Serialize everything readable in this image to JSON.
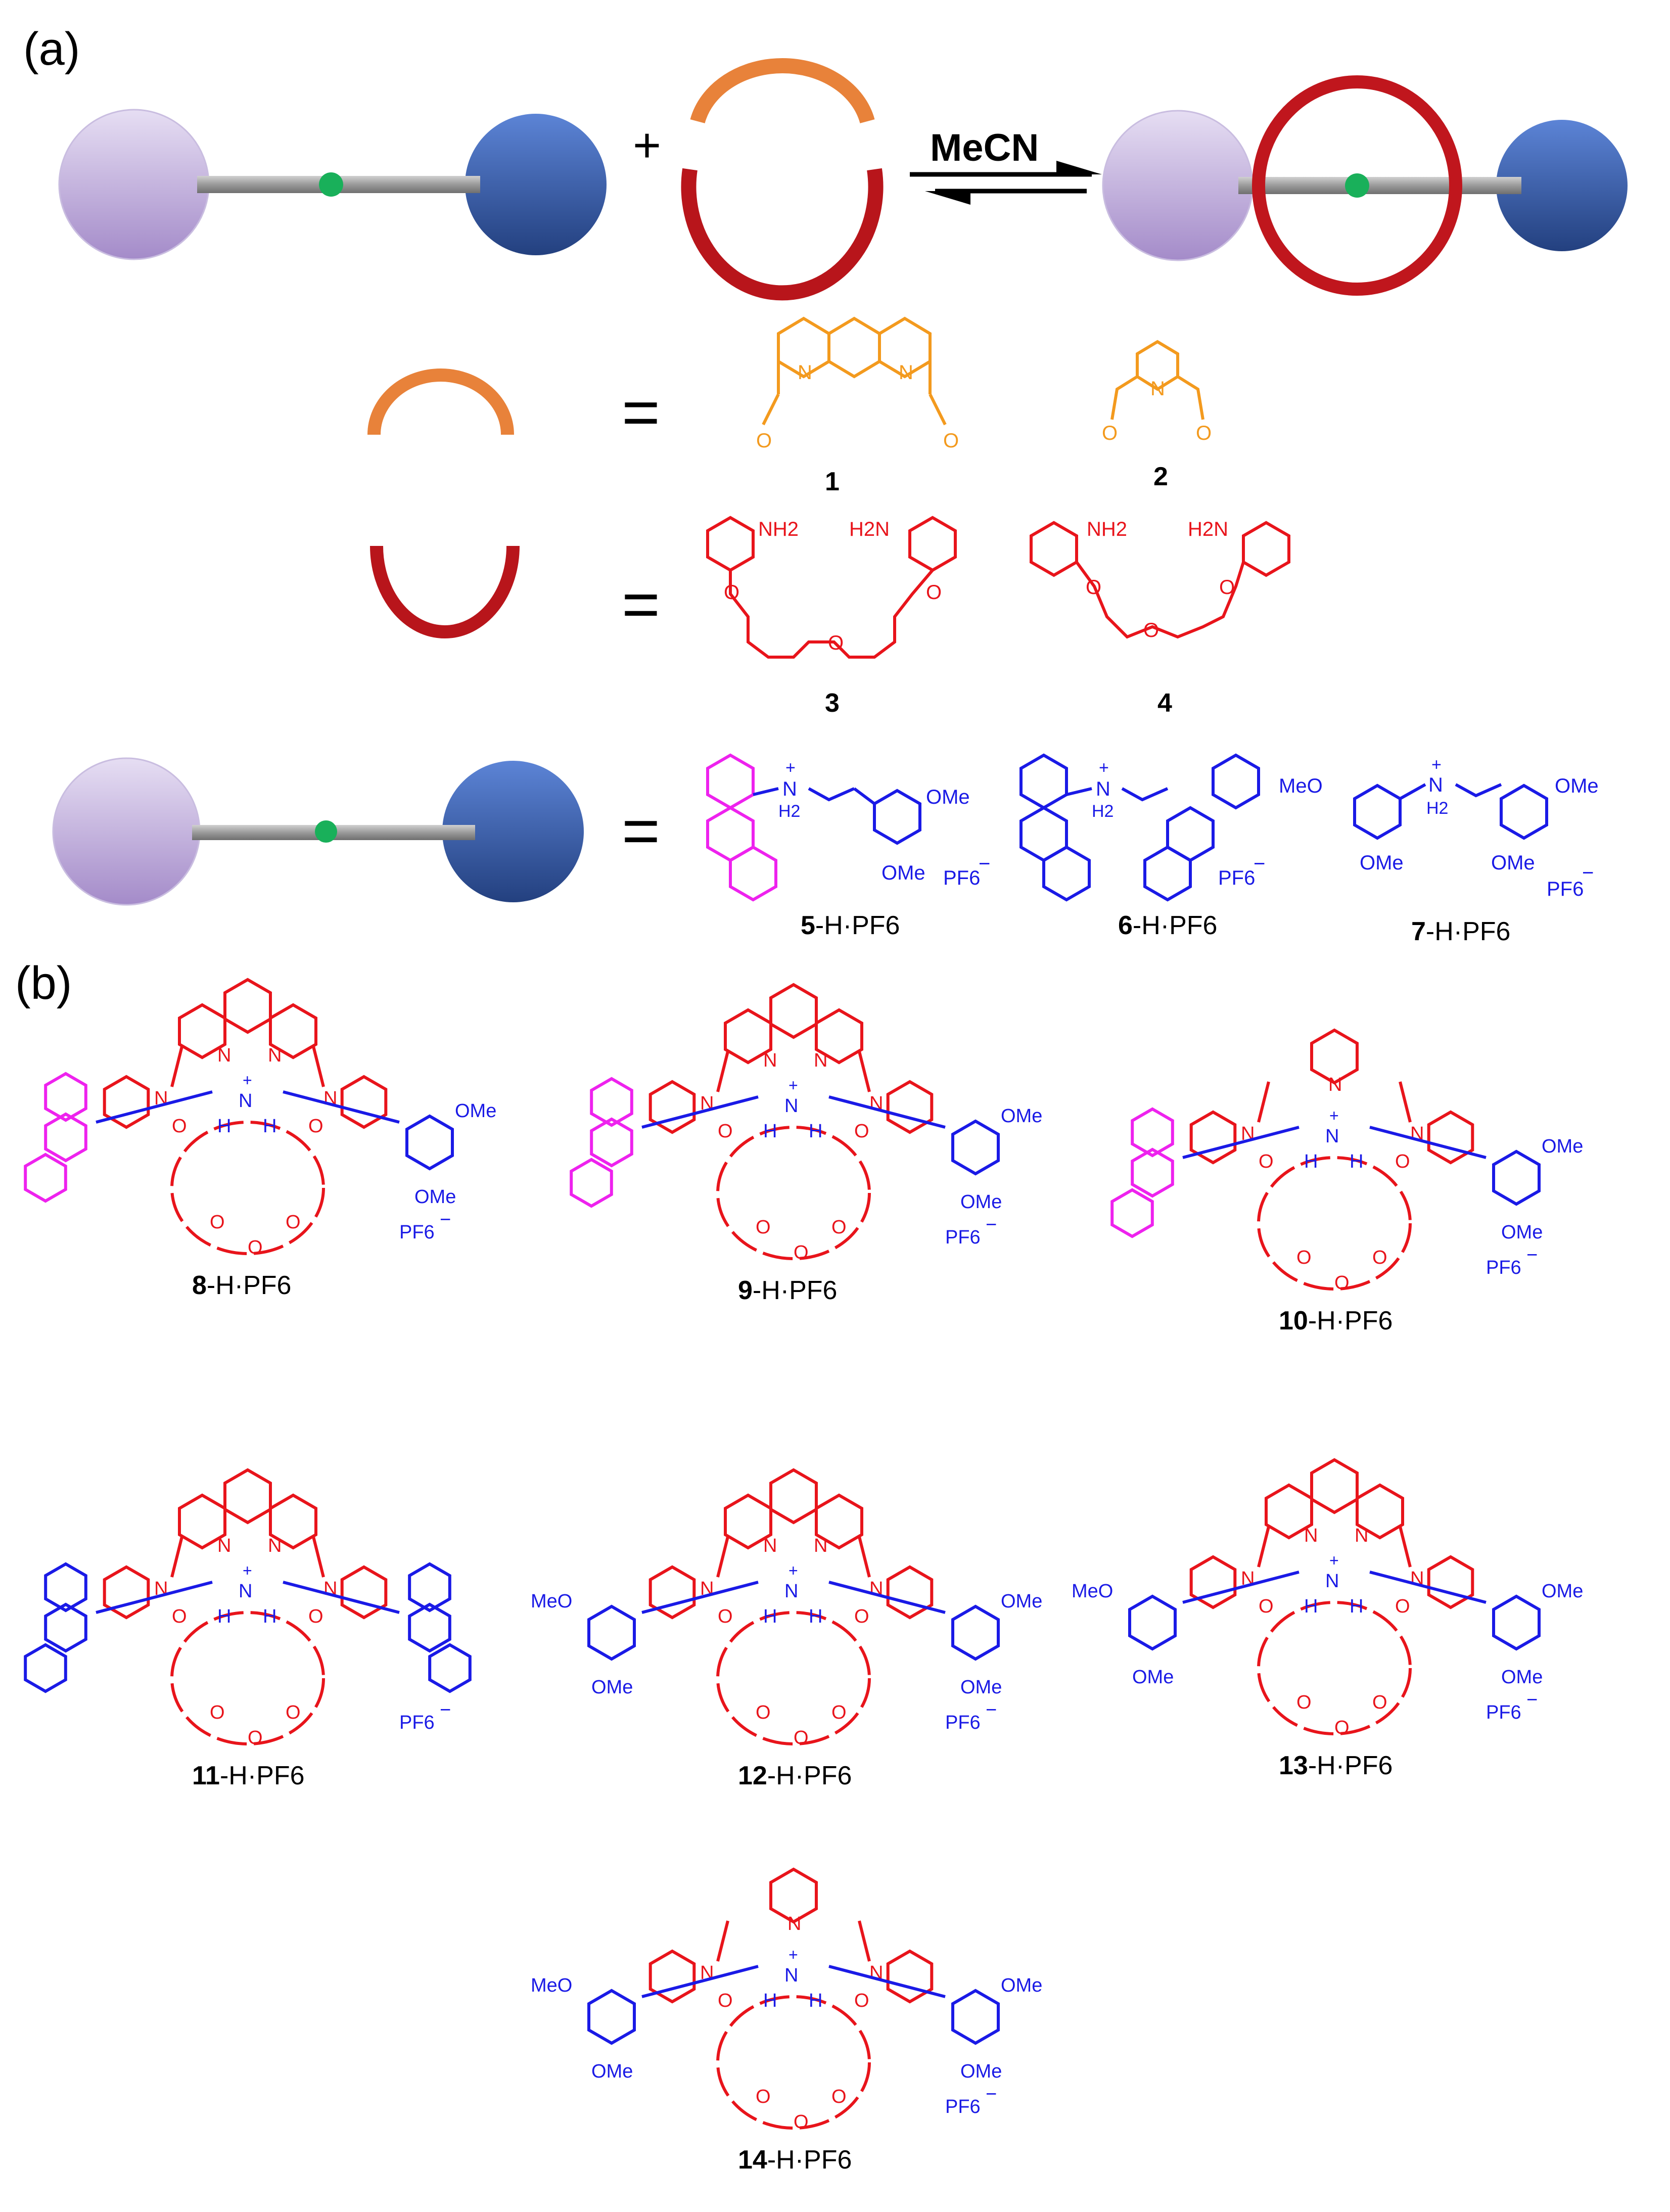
{
  "panels": {
    "a": "(a)",
    "b": "(b)"
  },
  "scheme": {
    "plus": "+",
    "equals": "=",
    "solvent": "MeCN"
  },
  "colors": {
    "stopper_purple": "#b7a3d6",
    "stopper_blue": "#3f62b4",
    "axle": "#9e9e9e",
    "station": "#19b05a",
    "dialdehyde": "#e8823a",
    "diamine": "#c0161d",
    "compound_red": "#e8141b",
    "compound_orange": "#f39a1e",
    "compound_blue": "#1a1ae6",
    "compound_magenta": "#ee22ee"
  },
  "atoms": {
    "N": "N",
    "O": "O",
    "H": "H",
    "NH2": "NH2",
    "H2N": "H2N",
    "H2": "H2",
    "OMe": "OMe",
    "MeO": "MeO",
    "plus_charge": "+",
    "minus_charge": "−",
    "counterion": "PF6"
  },
  "compounds": {
    "c1": {
      "num": "1",
      "suffix": ""
    },
    "c2": {
      "num": "2",
      "suffix": ""
    },
    "c3": {
      "num": "3",
      "suffix": ""
    },
    "c4": {
      "num": "4",
      "suffix": ""
    },
    "c5": {
      "num": "5",
      "suffix": "-H·PF6"
    },
    "c6": {
      "num": "6",
      "suffix": "-H·PF6"
    },
    "c7": {
      "num": "7",
      "suffix": "-H·PF6"
    },
    "c8": {
      "num": "8",
      "suffix": "-H·PF6"
    },
    "c9": {
      "num": "9",
      "suffix": "-H·PF6"
    },
    "c10": {
      "num": "10",
      "suffix": "-H·PF6"
    },
    "c11": {
      "num": "11",
      "suffix": "-H·PF6"
    },
    "c12": {
      "num": "12",
      "suffix": "-H·PF6"
    },
    "c13": {
      "num": "13",
      "suffix": "-H·PF6"
    },
    "c14": {
      "num": "14",
      "suffix": "-H·PF6"
    }
  }
}
